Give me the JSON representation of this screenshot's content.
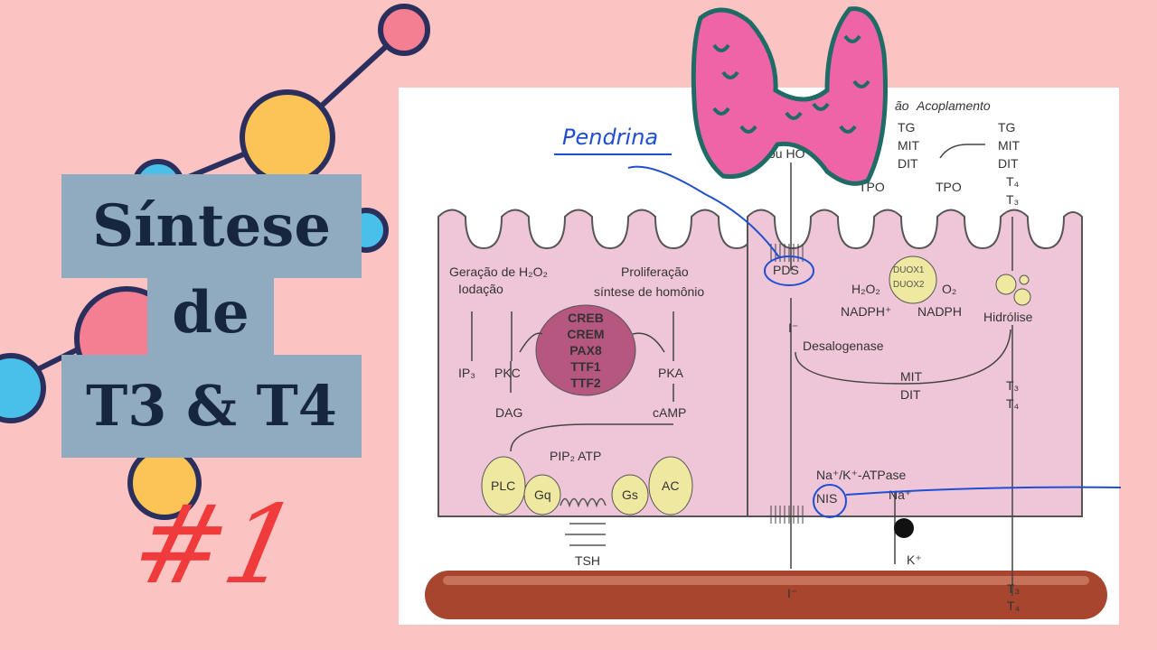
{
  "title": {
    "line1": "Síntese",
    "line2": "de",
    "line3": "T3 & T4",
    "number": "#1"
  },
  "colors": {
    "background": "#fcc3c3",
    "title_box": "#90aabf",
    "title_text": "#16263f",
    "cell": "#eec6d8",
    "vessel": "#a8452e",
    "annotation": "#1f4fd0",
    "number": "#ef3b3b"
  },
  "annotation": {
    "pendrina": "Pendrina"
  },
  "diagram": {
    "header": {
      "iodination": "ão",
      "coupling": "Acoplamento",
      "hormone": "ou HO"
    },
    "left_cell": {
      "h2o2_gen": "Geração de H₂O₂",
      "iodination": "Iodação",
      "proliferation": "Proliferação",
      "hormone_synthesis": "síntese de homônio",
      "nucleus": [
        "CREB",
        "CREM",
        "PAX8",
        "TTF1",
        "TTF2"
      ],
      "ip3": "IP₃",
      "pkc": "PKC",
      "pka": "PKA",
      "dag": "DAG",
      "camp": "cAMP",
      "pip2_atp": "PIP₂  ATP",
      "plc": "PLC",
      "gq": "Gq",
      "gs": "Gs",
      "ac": "AC",
      "tsh": "TSH"
    },
    "right_cell": {
      "tg1": [
        "TG",
        "MIT",
        "DIT"
      ],
      "tg2": [
        "TG",
        "MIT",
        "DIT",
        "T₄",
        "T₃"
      ],
      "tpo": "TPO",
      "pds": "PDS",
      "duox1": "DUOX1",
      "duox2": "DUOX2",
      "h2o2": "H₂O₂",
      "o2": "O₂",
      "nadph_plus": "NADPH⁺",
      "nadph": "NADPH",
      "hydrolysis": "Hidrólise",
      "iodide": "I⁻",
      "deiodinase": "Desalogenase",
      "mit_dit": [
        "MIT",
        "DIT"
      ],
      "t3t4": [
        "T₃",
        "T₄"
      ],
      "atpase": "Na⁺/K⁺-ATPase",
      "nis": "NIS",
      "na": "Na⁺",
      "k": "K⁺",
      "blood_iodide": "I⁻",
      "blood_t": [
        "T₃",
        "T₄"
      ]
    }
  }
}
